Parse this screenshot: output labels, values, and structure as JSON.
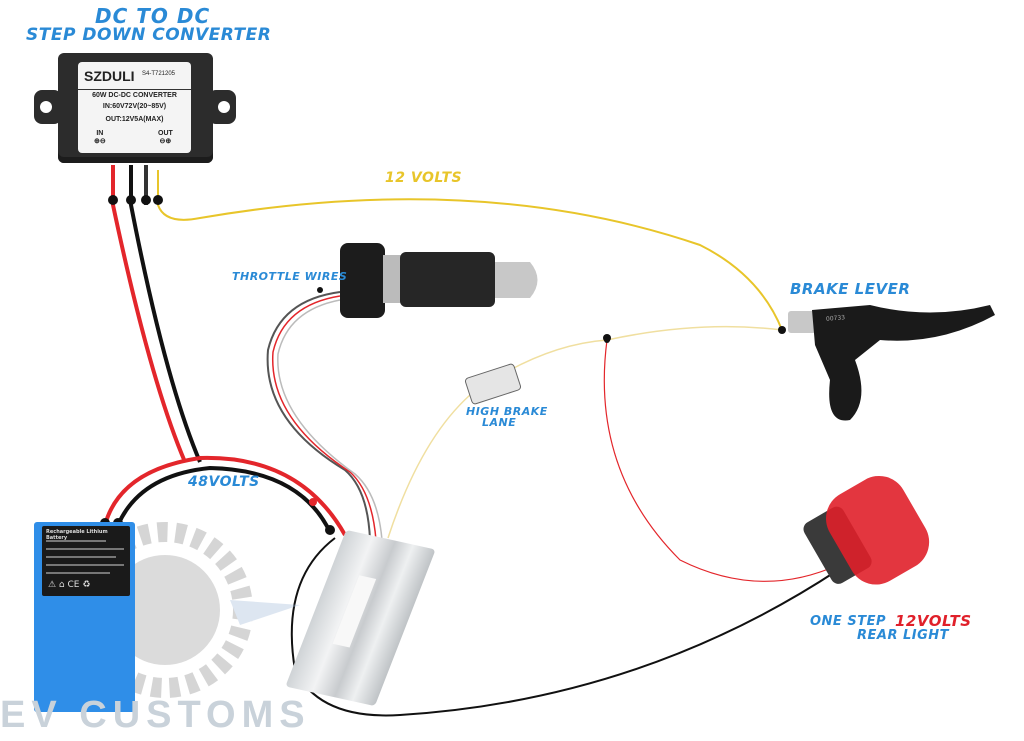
{
  "diagram": {
    "title_line1": "DC to DC",
    "title_line2": "Step Down Converter",
    "labels": {
      "twelve_volts": "12 Volts",
      "throttle_wires": "Throttle Wires",
      "brake_lever": "Brake Lever",
      "high_brake_lane_1": "High Brake",
      "high_brake_lane_2": "Lane",
      "forty_eight_volts": "48Volts",
      "rear_light_prefix": "One Step",
      "rear_light_volts": "12Volts",
      "rear_light_suffix": "Rear Light"
    },
    "converter": {
      "brand": "SZDULI",
      "model": "S4-T721205",
      "line1": "60W DC-DC CONVERTER",
      "line2": "IN:60V72V(20~85V)",
      "line3": "OUT:12V5A(MAX)",
      "in_label": "IN",
      "in_symbols": "⊕⊖",
      "out_label": "OUT",
      "out_symbols": "⊖⊕"
    },
    "battery": {
      "label_title": "Rechargeable Lithium Battery"
    },
    "brake_lever_marking": "00733",
    "watermark": "EV CUSTOMS",
    "colors": {
      "label_blue": "#2a8ad6",
      "twelve_v_yellow": "#e8c52a",
      "red_wire": "#e3262b",
      "black_wire": "#111111",
      "battery_blue": "#2f8ee8",
      "rear_light_red": "#e0202a"
    }
  }
}
